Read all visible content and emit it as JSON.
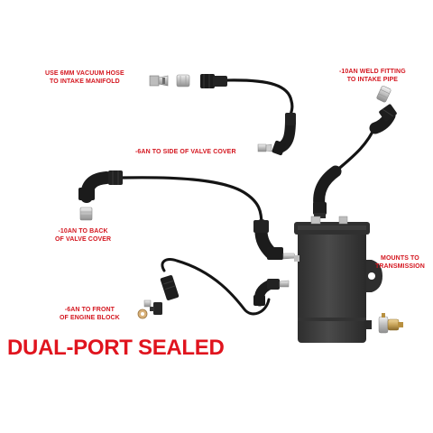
{
  "colors": {
    "label_red": "#d4161f",
    "hose_black": "#141414",
    "fitting_black": "#1e1e1e",
    "can_gray": "#3e3e3e",
    "metal_silver": "#c9c9c9",
    "brass": "#c8a45a"
  },
  "labels": {
    "vacuum": [
      "USE 6MM VACUUM HOSE",
      "TO INTAKE MANIFOLD"
    ],
    "weld": [
      "-10AN WELD FITTING",
      "TO INTAKE PIPE"
    ],
    "valve_side": [
      "-6AN TO SIDE OF VALVE COVER"
    ],
    "valve_back": [
      "-10AN TO BACK",
      "OF VALVE COVER"
    ],
    "mounts": [
      "MOUNTS TO",
      "TRANSMISSION"
    ],
    "engine_block": [
      "-6AN TO FRONT",
      "OF ENGINE BLOCK"
    ]
  },
  "headline": "DUAL-PORT SEALED",
  "icons": {
    "catch_can": "catch-can-icon",
    "an_fitting": "an-hose-end-icon",
    "weld_bung": "weld-fitting-icon",
    "drain_valve": "drain-valve-icon"
  }
}
